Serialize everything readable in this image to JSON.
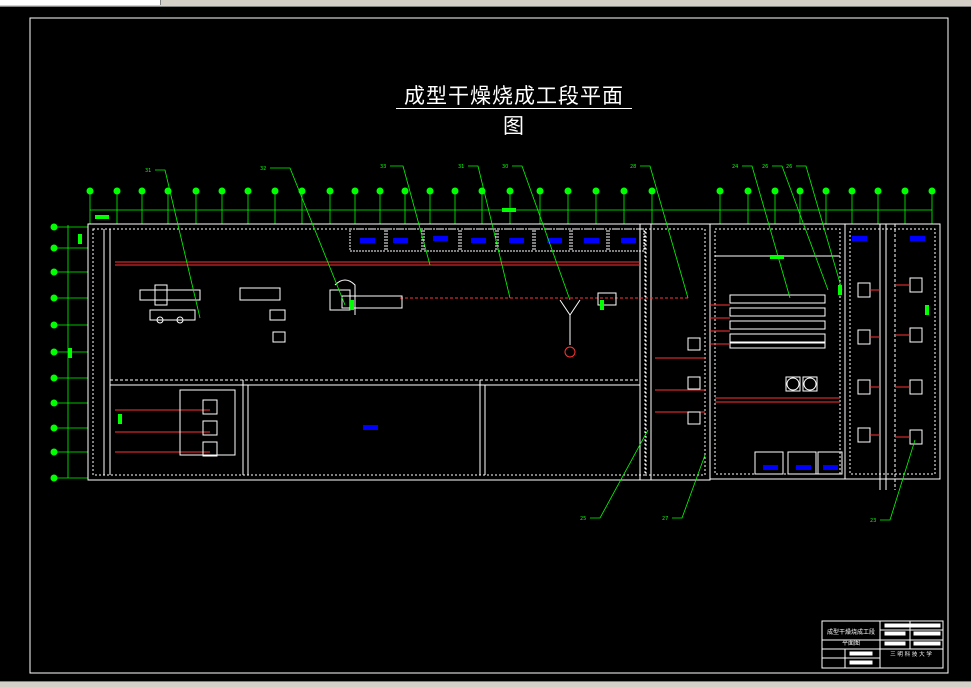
{
  "drawing": {
    "title": "成型干燥烧成工段平面图",
    "colors": {
      "background": "#000000",
      "wall": "#ffffff",
      "axis": "#00ff00",
      "pipe": "#ff3333",
      "equipment_tag": "#0000ff",
      "leader": "#00ff00"
    },
    "callouts": [
      "31",
      "32",
      "33",
      "31",
      "30",
      "28",
      "24",
      "26",
      "26",
      "25",
      "27",
      "23"
    ],
    "title_block": {
      "drawing_name_line1": "成型干燥烧成工段",
      "drawing_name_line2": "平面图",
      "school": "三  明  科  技  大  学"
    }
  }
}
